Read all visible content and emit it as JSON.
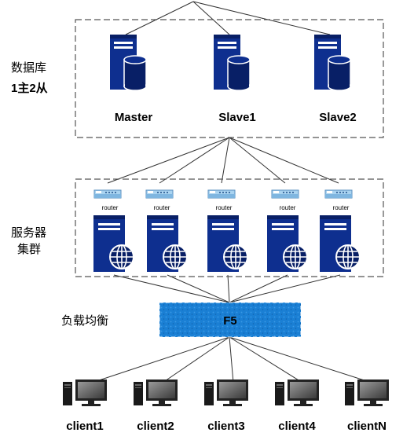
{
  "database": {
    "label_line1": "数据库",
    "label_line2": "1主2从",
    "servers": [
      {
        "name": "Master"
      },
      {
        "name": "Slave1"
      },
      {
        "name": "Slave2"
      }
    ]
  },
  "cluster": {
    "label_line1": "服务器",
    "label_line2": "集群",
    "router_label": "router",
    "node_count": 5
  },
  "load_balancer": {
    "label": "负载均衡",
    "device": "F5"
  },
  "clients": [
    {
      "name": "client1"
    },
    {
      "name": "client2"
    },
    {
      "name": "client3"
    },
    {
      "name": "client4"
    },
    {
      "name": "clientN"
    }
  ],
  "colors": {
    "server_blue": "#0e2f8f",
    "server_dark": "#081f66",
    "router_light": "#a9d3f0",
    "f5_blue": "#1a83d6",
    "line": "#333333"
  }
}
